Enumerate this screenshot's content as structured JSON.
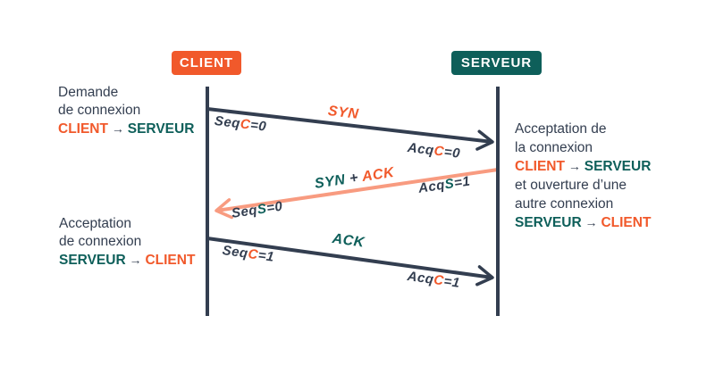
{
  "colors": {
    "navy": "#333E50",
    "orange": "#F1592B",
    "teal": "#0E5F5A",
    "salmon": "#F89B80",
    "background": "#FFFFFF"
  },
  "actors": {
    "client": "CLIENT",
    "server": "SERVEUR"
  },
  "notes": {
    "left_top": {
      "line1": "Demande",
      "line2": "de connexion",
      "from": "CLIENT",
      "arrow": "→",
      "to": "SERVEUR"
    },
    "left_bottom": {
      "line1": "Acceptation",
      "line2": "de connexion",
      "from": "SERVEUR",
      "arrow": "→",
      "to": "CLIENT"
    },
    "right": {
      "line1": "Acceptation de",
      "line2": "la connexion",
      "from1": "CLIENT",
      "arrow1": "→",
      "to1": "SERVEUR",
      "line3": "et ouverture d’une",
      "line4": "autre connexion",
      "from2": "SERVEUR",
      "arrow2": "→",
      "to2": "CLIENT"
    }
  },
  "messages": {
    "syn": {
      "label": "SYN",
      "seq_pre": "Seq",
      "seq_var": "C",
      "seq_val": "=0",
      "acq_pre": "Acq",
      "acq_var": "C",
      "acq_val": "=0"
    },
    "synack": {
      "label_syn": "SYN",
      "label_plus": " + ",
      "label_ack": "ACK",
      "acq_pre": "Acq",
      "acq_var": "S",
      "acq_val": "=1",
      "seq_pre": "Seq",
      "seq_var": "S",
      "seq_val": "=0"
    },
    "ack": {
      "label": "ACK",
      "seq_pre": "Seq",
      "seq_var": "C",
      "seq_val": "=1",
      "acq_pre": "Acq",
      "acq_var": "C",
      "acq_val": "=1"
    }
  }
}
